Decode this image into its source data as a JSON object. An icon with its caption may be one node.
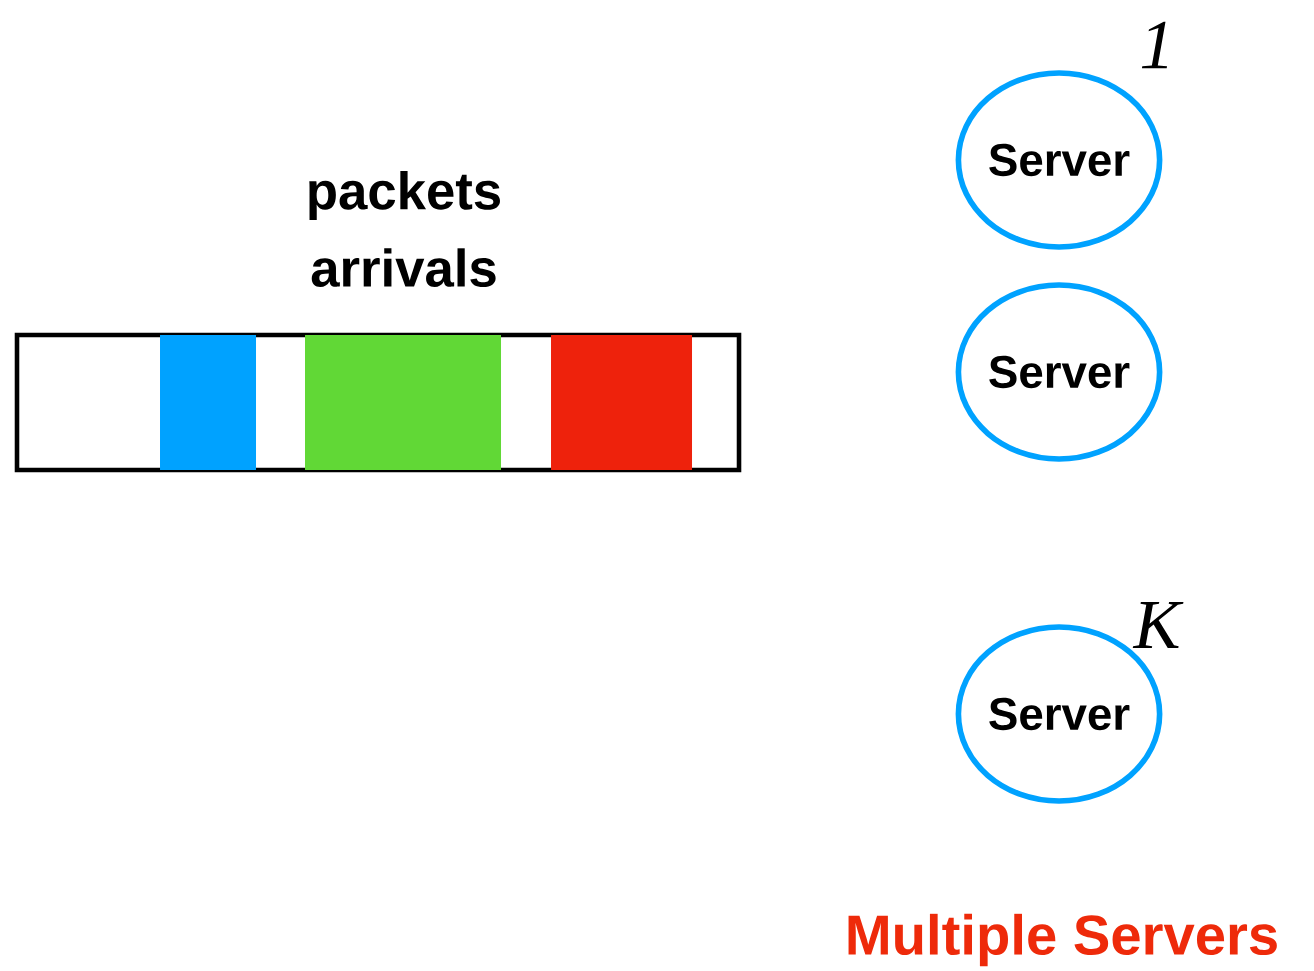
{
  "diagram": {
    "caption": "Multiple Servers",
    "nodes": [
      {
        "text": [
          "packets arrivals"
        ]
      },
      {
        "text": [],
        "shape": "box",
        "in": 0
      },
      {
        "text": [],
        "shape": "box",
        "in": 0
      },
      {
        "text": [],
        "shape": "box",
        "in": 0
      },
      {
        "text": [
          "Server"
        ],
        "beside": [
          "1"
        ]
      },
      {
        "text": [
          "Server"
        ]
      },
      {
        "text": [
          "Server"
        ],
        "beside": [
          "K"
        ]
      }
    ]
  }
}
